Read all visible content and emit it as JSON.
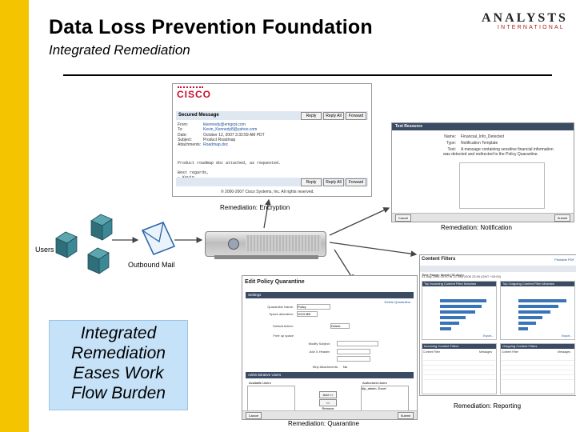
{
  "slide": {
    "title": "Data Loss Prevention Foundation",
    "subtitle": "Integrated Remediation",
    "logo": {
      "line1": "ANALYSTS",
      "line2": "INTERNATIONAL"
    },
    "callout": [
      "Integrated",
      "Remediation",
      "Eases Work",
      "Flow Burden"
    ],
    "colors": {
      "accent_bar": "#f4c400",
      "callout_bg": "#c6e2f8",
      "logo_red": "#b01c1c"
    }
  },
  "captions": {
    "encryption": "Remediation:  Encryption",
    "notification": "Remediation: Notification",
    "reporting": "Remediation: Reporting",
    "quarantine": "Remediation: Quarantine",
    "users": "Users",
    "outbound_mail": "Outbound Mail"
  },
  "email": {
    "brand": "CISCO",
    "header_title": "Secured Message",
    "buttons": [
      "Reply",
      "Reply All",
      "Forward"
    ],
    "fields": [
      {
        "label": "From:",
        "value": "kkennedy@emgrpt.com"
      },
      {
        "label": "To:",
        "value": "Kevin_Kennedy8@yahoo.com"
      },
      {
        "label": "Date:",
        "value": "October 12, 2007 3:32:59 AM PDT"
      },
      {
        "label": "Subject:",
        "value": "Product Roadmap"
      },
      {
        "label": "Attachments:",
        "value": "Roadmap.doc"
      }
    ],
    "body_lines": [
      "Product roadmap doc attached, as requested.",
      "",
      "Best regards,",
      "- Kevin"
    ],
    "copyright": "© 2000-2007 Cisco Systems, Inc. All rights reserved."
  },
  "notification": {
    "panel_title": "Text Resource",
    "rows": [
      {
        "label": "Name:",
        "value": "Financial_Info_Detected"
      },
      {
        "label": "Type:",
        "value": "Notification Template"
      },
      {
        "label": "Text:",
        "value": "A message containing sensitive financial information was detected and redirected to the Policy Quarantine."
      }
    ],
    "cancel_label": "Cancel",
    "submit_label": "Submit"
  },
  "reporting": {
    "title": "Content Filters",
    "link": "Printable PDF",
    "range": "Time Range: Month (30 days)",
    "meta": "01 Aug 2008 00:00 to 13 Sep 2008 23:59 (GMT +00:00)",
    "panels": [
      "Top Incoming Content Filter Matches",
      "Top Outgoing Content Filter Matches",
      "Incoming Content Filters",
      "Outgoing Content Filters"
    ],
    "table_header": [
      "Content Filter",
      "Messages"
    ],
    "export_label": "Export..."
  },
  "quarantine": {
    "title": "Edit Policy Quarantine",
    "settings_label": "Settings",
    "delete_label": "Delete Quarantine",
    "fields": [
      {
        "label": "Quarantine Name:",
        "value": "Policy"
      },
      {
        "label": "Space allocation:",
        "value": "1024 MB"
      },
      {
        "label": "Default Action:",
        "value": "Delete"
      },
      {
        "label": "Free up space",
        "value": ""
      },
      {
        "label": "Modify Subject:",
        "value": ""
      },
      {
        "label": "Add X-Header:",
        "value": ""
      },
      {
        "label": "Strip Attachments:",
        "value": "No"
      }
    ],
    "admin_label": "Administrative Users",
    "users_col_left": "Available Users",
    "users_col_right": "Authorized Users",
    "authorized_user": "dlp_admin, Excel",
    "add_label": "Add >>",
    "remove_label": "<< Remove",
    "cancel_label": "Cancel",
    "submit_label": "Submit"
  }
}
